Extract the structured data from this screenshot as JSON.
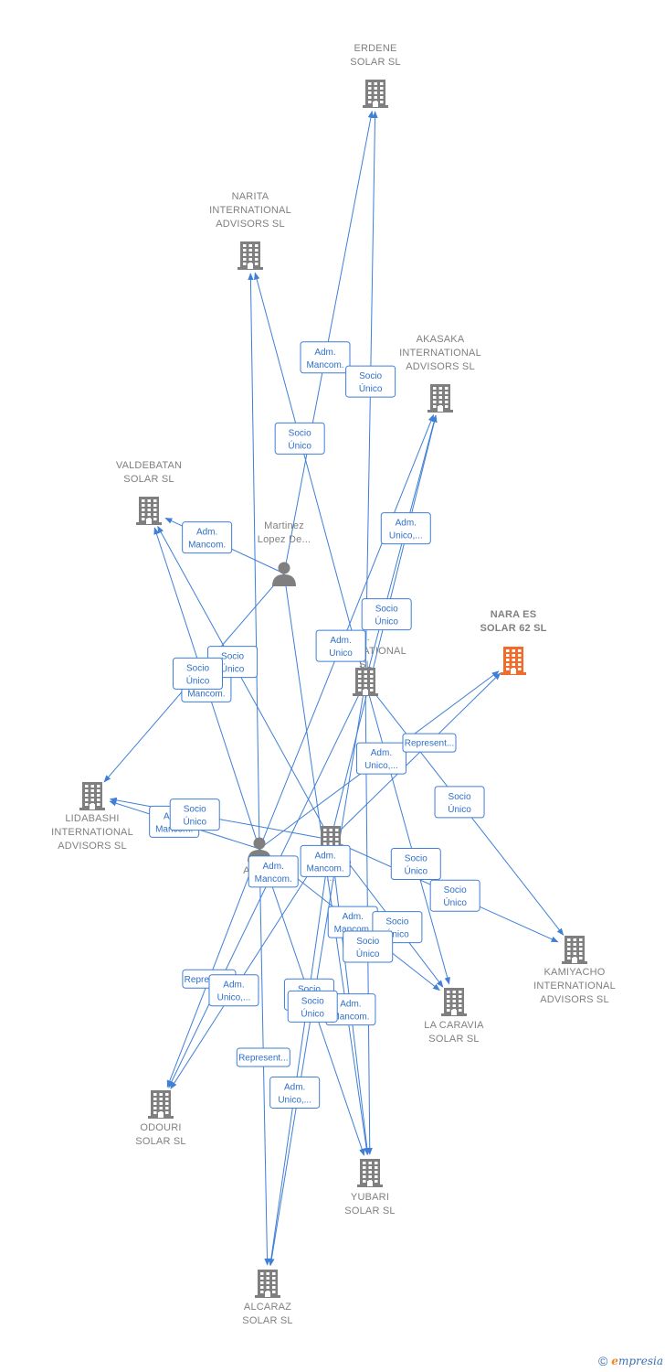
{
  "nodes": [
    {
      "id": "erdene",
      "kind": "company",
      "lines": [
        "ERDENE",
        "SOLAR  SL"
      ]
    },
    {
      "id": "narita",
      "kind": "company",
      "lines": [
        "NARITA",
        "INTERNATIONAL",
        "ADVISORS  SL"
      ]
    },
    {
      "id": "akasaka",
      "kind": "company",
      "lines": [
        "AKASAKA",
        "INTERNATIONAL",
        "ADVISORS  SL"
      ]
    },
    {
      "id": "valdebatan",
      "kind": "company",
      "lines": [
        "VALDEBATAN",
        "SOLAR  SL"
      ]
    },
    {
      "id": "martinez",
      "kind": "person",
      "lines": [
        "Martinez",
        "Lopez De..."
      ]
    },
    {
      "id": "nara",
      "kind": "company",
      "focus": true,
      "lines": [
        "NARA ES",
        "SOLAR 62  SL"
      ]
    },
    {
      "id": "international",
      "kind": "company",
      "lines": [
        "...",
        "INTERNATIONAL",
        "SL"
      ]
    },
    {
      "id": "lidabashi",
      "kind": "company",
      "lines": [
        "LIDABASHI",
        "INTERNATIONAL",
        "ADVISORS  SL"
      ]
    },
    {
      "id": "acon",
      "kind": "person",
      "lines": [
        "Acon...",
        "P..."
      ]
    },
    {
      "id": "mid",
      "kind": "company",
      "lines": [
        "N... ...AR",
        "..."
      ]
    },
    {
      "id": "kamiyacho",
      "kind": "company",
      "lines": [
        "KAMIYACHO",
        "INTERNATIONAL",
        "ADVISORS  SL"
      ]
    },
    {
      "id": "lacaravia",
      "kind": "company",
      "lines": [
        "LA CARAVIA",
        "SOLAR  SL"
      ]
    },
    {
      "id": "odouri",
      "kind": "company",
      "lines": [
        "ODOURI",
        "SOLAR  SL"
      ]
    },
    {
      "id": "yubari",
      "kind": "company",
      "lines": [
        "YUBARI",
        "SOLAR  SL"
      ]
    },
    {
      "id": "alcaraz",
      "kind": "company",
      "lines": [
        "ALCARAZ",
        "SOLAR SL"
      ]
    }
  ],
  "edges": [
    {
      "from": "martinez",
      "to": "erdene",
      "label": [
        "Adm.",
        "Mancom."
      ]
    },
    {
      "from": "international",
      "to": "erdene",
      "label": [
        "Socio",
        "Único"
      ]
    },
    {
      "from": "international",
      "to": "narita",
      "label": [
        "Socio",
        "Único"
      ]
    },
    {
      "from": "acon",
      "to": "narita",
      "label": []
    },
    {
      "from": "international",
      "to": "akasaka",
      "label": [
        "Adm.",
        "Unico,..."
      ]
    },
    {
      "from": "acon",
      "to": "akasaka",
      "label": [
        "Adm.",
        "Unico"
      ]
    },
    {
      "from": "mid",
      "to": "akasaka",
      "label": [
        "Socio",
        "Único"
      ]
    },
    {
      "from": "martinez",
      "to": "valdebatan",
      "label": [
        "Adm.",
        "Mancom."
      ]
    },
    {
      "from": "acon",
      "to": "valdebatan",
      "label": [
        "Adm.",
        "Mancom."
      ]
    },
    {
      "from": "mid",
      "to": "valdebatan",
      "label": [
        "Socio",
        "Único"
      ]
    },
    {
      "from": "martinez",
      "to": "lidabashi",
      "label": [
        "Socio",
        "Único"
      ]
    },
    {
      "from": "acon",
      "to": "lidabashi",
      "label": [
        "Adm.",
        "Mancom."
      ]
    },
    {
      "from": "mid",
      "to": "lidabashi",
      "label": [
        "Socio",
        "Único"
      ]
    },
    {
      "from": "acon",
      "to": "nara",
      "label": [
        "Adm.",
        "Unico,..."
      ]
    },
    {
      "from": "mid",
      "to": "nara",
      "label": [
        "Represent..."
      ]
    },
    {
      "from": "international",
      "to": "kamiyacho",
      "label": [
        "Socio",
        "Único"
      ]
    },
    {
      "from": "mid",
      "to": "kamiyacho",
      "label": [
        "Socio",
        "Único"
      ]
    },
    {
      "from": "international",
      "to": "lacaravia",
      "label": [
        "Socio",
        "Único"
      ]
    },
    {
      "from": "acon",
      "to": "lacaravia",
      "label": [
        "Adm.",
        "Mancom."
      ]
    },
    {
      "from": "mid",
      "to": "lacaravia",
      "label": [
        "Socio",
        "Único"
      ]
    },
    {
      "from": "international",
      "to": "odouri",
      "label": [
        "Adm.",
        "Mancom."
      ]
    },
    {
      "from": "acon",
      "to": "odouri",
      "label": [
        "Represent..."
      ]
    },
    {
      "from": "mid",
      "to": "odouri",
      "label": [
        "Adm.",
        "Unico,..."
      ]
    },
    {
      "from": "martinez",
      "to": "yubari",
      "label": [
        "Adm.",
        "Mancom."
      ]
    },
    {
      "from": "international",
      "to": "yubari",
      "label": [
        "Socio",
        "Único"
      ]
    },
    {
      "from": "acon",
      "to": "yubari",
      "label": [
        "Socio",
        "Único"
      ]
    },
    {
      "from": "mid",
      "to": "yubari",
      "label": [
        "Adm.",
        "Mancom."
      ]
    },
    {
      "from": "mid",
      "to": "alcaraz",
      "label": [
        "Adm.",
        "Unico,..."
      ]
    },
    {
      "from": "acon",
      "to": "alcaraz",
      "label": [
        "Represent..."
      ]
    },
    {
      "from": "international",
      "to": "alcaraz",
      "label": [
        "Socio",
        "Único"
      ]
    }
  ],
  "footer": {
    "copyright": "©",
    "brand_initial": "e",
    "brand_rest": "mpresia"
  },
  "colors": {
    "edge": "#3f7fd6",
    "building": "#7f7f7f",
    "focus": "#f26b2a",
    "label": "#808080"
  }
}
